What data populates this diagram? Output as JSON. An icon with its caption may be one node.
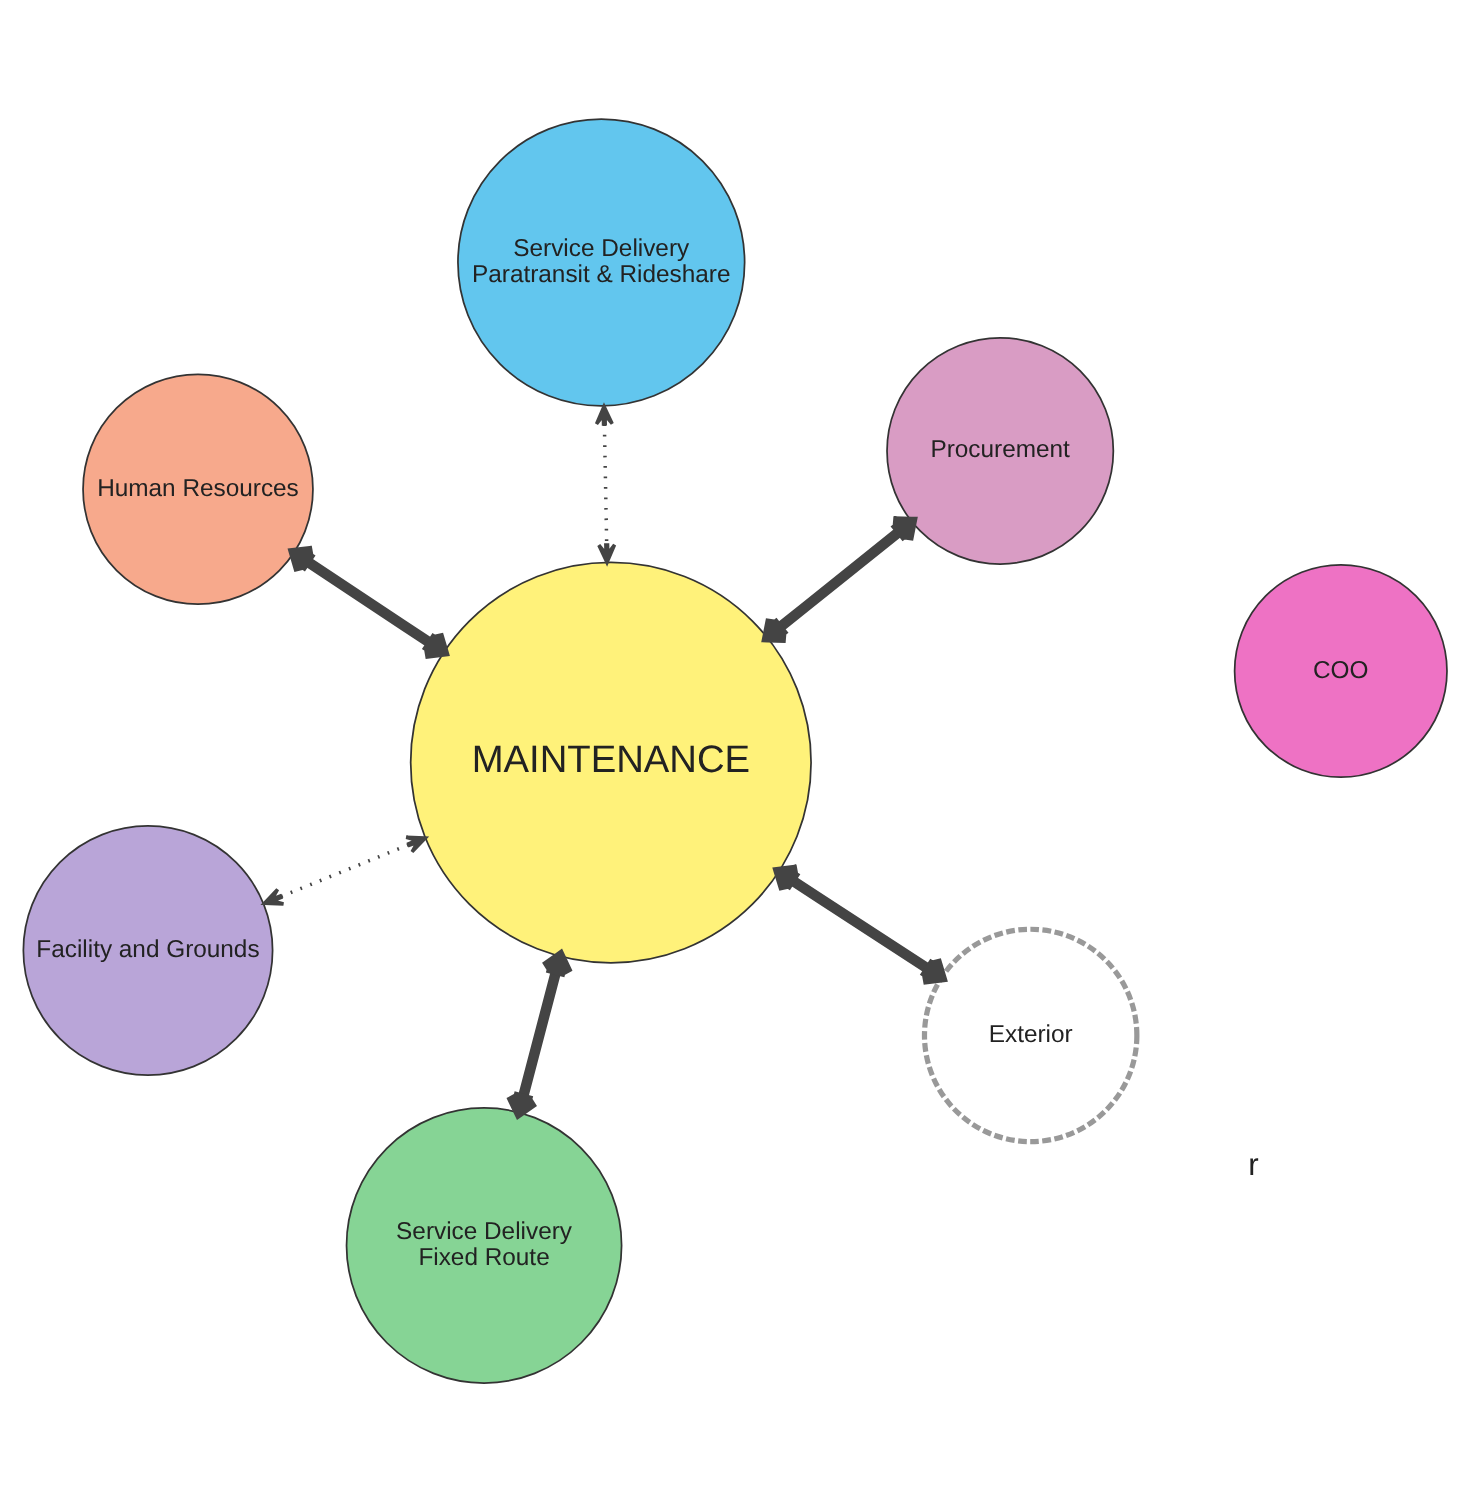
{
  "diagram": {
    "nodes": [
      {
        "text": [
          "Human Resources"
        ]
      },
      {
        "text": [
          "Service Delivery",
          "Paratransit & Rideshare"
        ]
      },
      {
        "text": [
          "Service Delivery",
          "Fixed Route"
        ]
      },
      {
        "text": [
          "MAINTENANCE"
        ]
      },
      {
        "text": [
          "Exterior"
        ]
      },
      {
        "text": [
          "Procurement"
        ]
      },
      {
        "text": [
          "COO"
        ]
      },
      {
        "text": [
          "Facility and Grounds"
        ]
      }
    ],
    "edges": [
      {
        "from": 0,
        "to": 3,
        "arrow": "both"
      },
      {
        "from": 1,
        "to": 3,
        "arrow": "both",
        "style": "dashed"
      },
      {
        "from": 2,
        "to": 3,
        "arrow": "both"
      },
      {
        "from": 4,
        "to": 3,
        "arrow": "both"
      },
      {
        "from": 3,
        "to": 5,
        "arrow": "both"
      },
      {
        "from": 3,
        "to": 7,
        "arrow": "both",
        "style": "dashed"
      }
    ],
    "labels": [
      "r"
    ]
  }
}
